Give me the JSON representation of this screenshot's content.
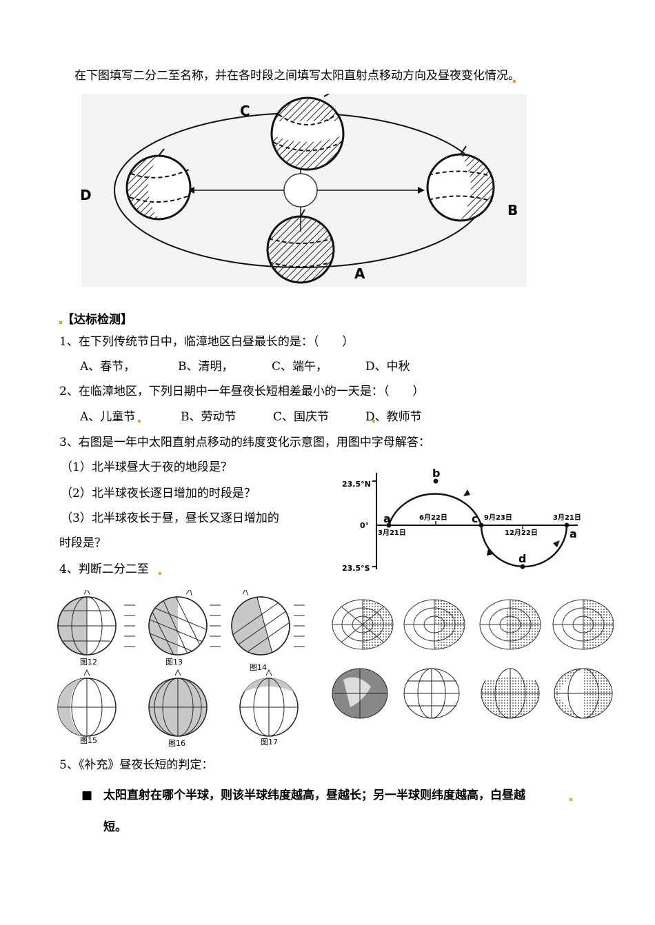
{
  "intro": "在下图填写二分二至名称，并在各时段之间填写太阳直射点移动方向及昼夜变化情况。",
  "orbit": {
    "label_a": "A",
    "label_b": "B",
    "label_c": "C",
    "label_d": "D"
  },
  "section_title": "【达标检测】",
  "q1": {
    "text": "1、在下列传统节日中，临漳地区白昼最长的是：（　　）",
    "options": [
      "A、春节，",
      "B、清明，",
      "C、端午，",
      "D、中秋"
    ]
  },
  "q2": {
    "text": "2、在临漳地区，下列日期中一年昼夜长短相差最小的一天是：（　　）",
    "options": [
      "A、儿童节",
      "B、劳动节",
      "C、国庆节",
      "D、教师节"
    ]
  },
  "q3": {
    "text": "3、右图是一年中太阳直射点移动的纬度变化示意图，用图中字母解答：",
    "sub1": "（1）北半球昼大于夜的地段是？",
    "sub2": "（2）北半球夜长逐日增加的时段是？",
    "sub3": "（3）北半球夜长于昼，昼长又逐日增加的",
    "sub3b": "时段是？"
  },
  "lat_chart": {
    "y_top": "23.5°N",
    "y_zero": "0°",
    "y_bottom": "23.5°S",
    "point_a": "a",
    "point_b": "b",
    "point_c": "c",
    "point_d": "d",
    "point_a2": "a",
    "date_jun": "6月22日",
    "date_sep": "9月23日",
    "date_mar_end": "3月21日",
    "date_mar_start": "3月21日",
    "date_dec": "12月22日"
  },
  "q4": {
    "text": "4、判断二分二至"
  },
  "figures": [
    "图12",
    "图13",
    "图14",
    "图15",
    "图16",
    "图17"
  ],
  "q5": {
    "text": "5、《补充》昼夜长短的判定：",
    "bullet": "■",
    "rule_line1": "太阳直射在哪个半球，则该半球纬度越高，昼越长；另一半球则纬度越高，白昼越",
    "rule_line2": "短。"
  }
}
